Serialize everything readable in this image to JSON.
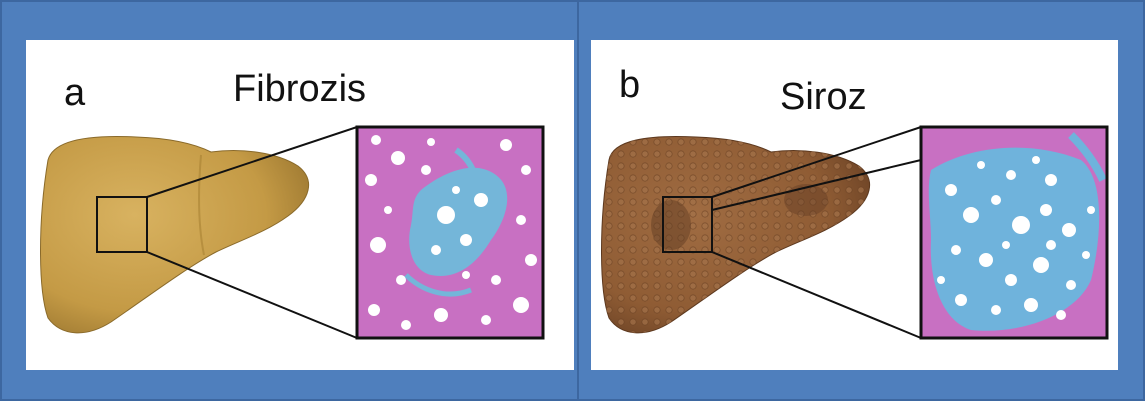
{
  "panels": [
    {
      "letter": "a",
      "title": "Fibrozis"
    },
    {
      "letter": "b",
      "title": "Siroz"
    }
  ],
  "colors": {
    "frame": "#4f7fbd",
    "panel": "#ffffff",
    "liver_fibrosis": "#c49a45",
    "liver_cirrhosis": "#8f5c34",
    "tissue_pink": "#c76ec0",
    "fibrosis_blue": "#69b3d9"
  }
}
